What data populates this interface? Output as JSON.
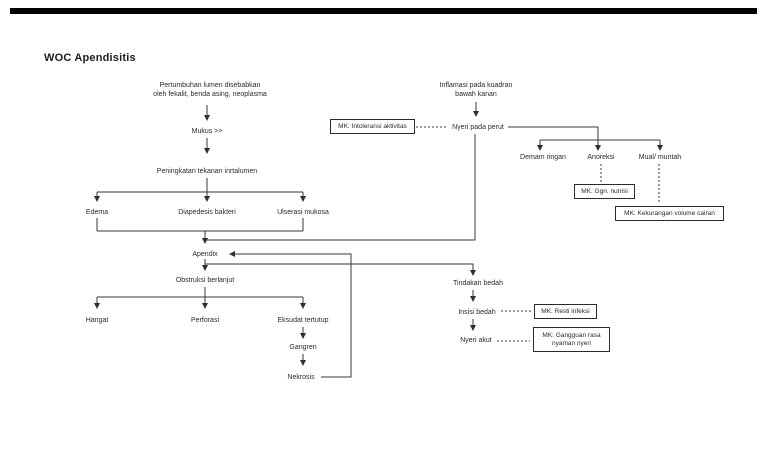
{
  "page": {
    "title": "WOC Apendisitis"
  },
  "colors": {
    "background": "#ffffff",
    "text": "#2a2a2a",
    "line": "#3a3a3a",
    "top_bar": "#000000",
    "mk_box_border": "#2a2a2a"
  },
  "diagram": {
    "nodes": {
      "pertumbuhan": "Pertumbuhan lumen disebabkan\noleh fekalit, benda asing, neoplasma",
      "mukus": "Mukus >>",
      "peningkatan": "Peningkatan tekanan inrtalumen",
      "edema": "Edema",
      "diapedesis": "Diapedesis bakteri",
      "ulserasi": "Ulserasi mukosa",
      "apendix": "Apendix",
      "obstruksi": "Obstruksi berlanjut",
      "hangat": "Hangat",
      "perforasi": "Perforasi",
      "eksudat": "Eksudat tertutup",
      "gangren": "Gangren",
      "nekrosis": "Nekrosis",
      "inflamasi": "Inflamasi pada kuadran\nbawah kanan",
      "nyeri_perut": "Nyeri pada perut",
      "demam": "Demam ringan",
      "anoreksi": "Anoreksi",
      "mual": "Mual/ muntah",
      "tindakan": "Tindakan bedah",
      "insisi": "Insisi bedah",
      "nyeri_akut": "Nyeri akut"
    },
    "mk": {
      "intoleransi": "MK: Intoleransi aktivitas",
      "ggn_nutrisi": "MK: Ggn. nutrisi",
      "kekurangan": "MK: Kekurangan volume cairan",
      "resti": "MK: Resti infeksi",
      "gangguan_rasa": "MK: Gangguan rasa\nnyaman nyeri"
    }
  }
}
